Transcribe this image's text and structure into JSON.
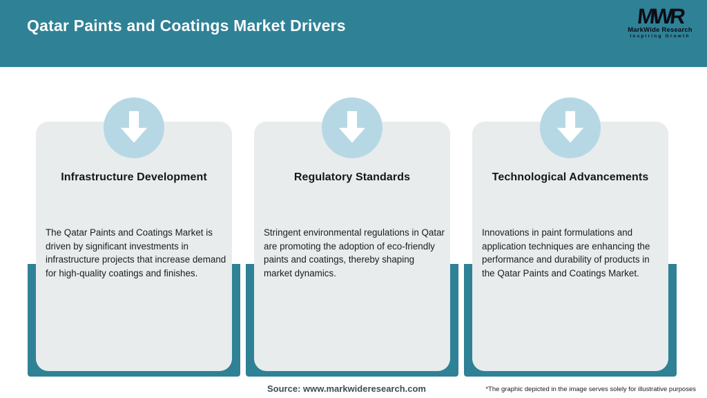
{
  "header": {
    "title": "Qatar Paints and Coatings Market Drivers",
    "logo": {
      "acronym": "MWR",
      "name": "MarkWide Research",
      "tagline": "Inspiring Growth"
    }
  },
  "cards": [
    {
      "icon": "arrow-down-icon",
      "title": "Infrastructure Development",
      "body": "The Qatar Paints and Coatings Market is driven by significant investments in infrastructure projects that increase demand for high-quality coatings and finishes."
    },
    {
      "icon": "arrow-down-icon",
      "title": "Regulatory Standards",
      "body": "Stringent environmental regulations in Qatar are promoting the adoption of eco-friendly paints and coatings, thereby shaping market dynamics."
    },
    {
      "icon": "arrow-down-icon",
      "title": "Technological Advancements",
      "body": "Innovations in paint formulations and application techniques are enhancing the performance and durability of products in the Qatar Paints and Coatings Market."
    }
  ],
  "footer": {
    "source": "Source: www.markwideresearch.com",
    "disclaimer": "*The graphic depicted in the image serves solely for illustrative purposes"
  },
  "colors": {
    "teal": "#2F8196",
    "card-bg": "#E8ECED",
    "circle-blue": "#B6D8E5",
    "text-dark": "#1C1C1C",
    "source-text": "#3E4C55",
    "logo-black": "#0D0D16"
  }
}
